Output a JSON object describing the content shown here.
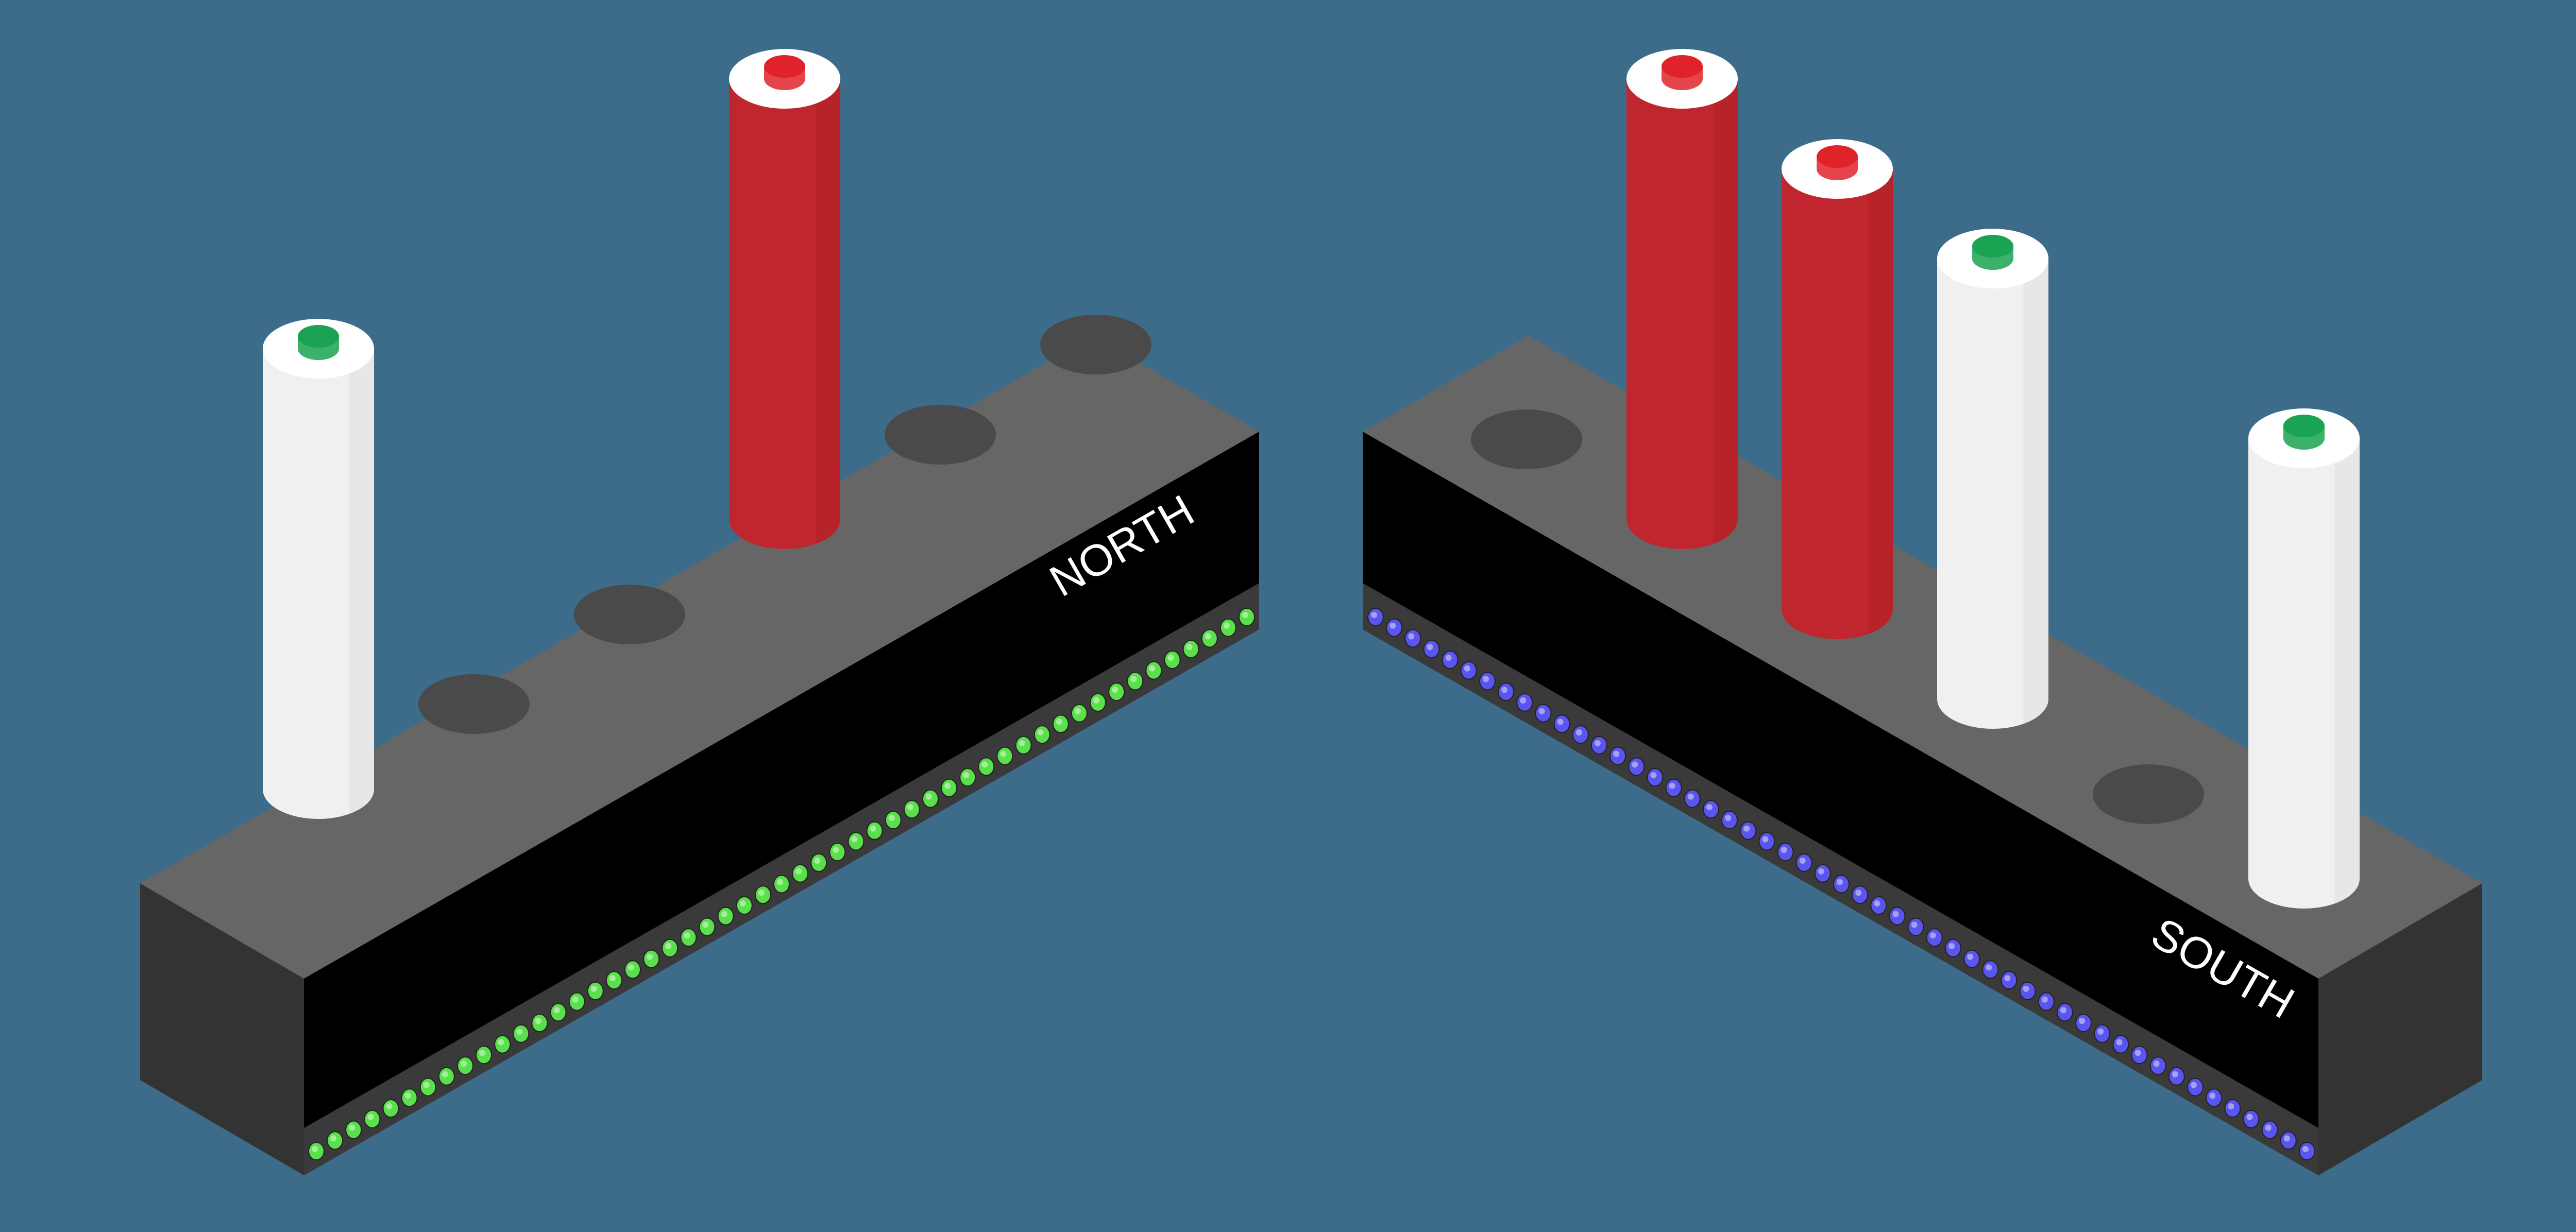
{
  "colors": {
    "background": "#3d6c8b",
    "bar_top": "#666666",
    "bar_side_front": "#000000",
    "bar_side_end": "#333333",
    "slot_hole": "#4a4a4a",
    "strip_base": "#444444",
    "battery_red_body": "#c0262d",
    "battery_red_shade": "#a81f25",
    "battery_red_terminal": "#e0232b",
    "battery_white_body": "#f0f0f0",
    "battery_white_shade": "#d8d8d8",
    "battery_green_terminal": "#1aa352",
    "cap_white": "#ffffff"
  },
  "racks": [
    {
      "label": "NORTH",
      "led_color": "#59e04a",
      "led_count": 51,
      "slots": [
        {
          "battery": "white",
          "terminal": "green-icon"
        },
        {
          "battery": "none"
        },
        {
          "battery": "none"
        },
        {
          "battery": "red",
          "terminal": "red-icon"
        },
        {
          "battery": "none"
        },
        {
          "battery": "none"
        }
      ]
    },
    {
      "label": "SOUTH",
      "led_color": "#5a55ee",
      "led_count": 51,
      "slots": [
        {
          "battery": "none"
        },
        {
          "battery": "red",
          "terminal": "red-icon"
        },
        {
          "battery": "red",
          "terminal": "red-icon"
        },
        {
          "battery": "white",
          "terminal": "green-icon"
        },
        {
          "battery": "none"
        },
        {
          "battery": "white",
          "terminal": "green-icon"
        }
      ]
    }
  ]
}
